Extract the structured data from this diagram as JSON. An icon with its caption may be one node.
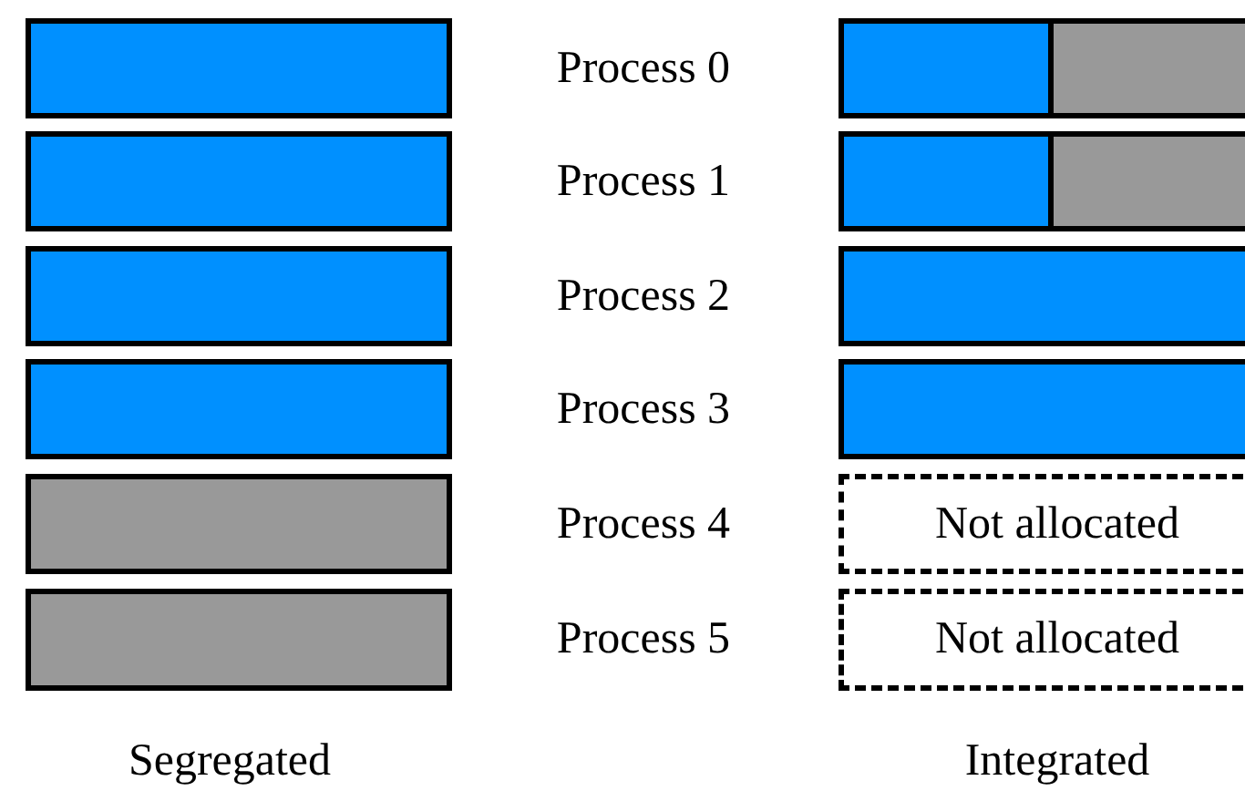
{
  "diagram": {
    "nodes": [
      {
        "text": [],
        "shape": "box"
      },
      {
        "text": [],
        "shape": "box"
      },
      {
        "text": [],
        "shape": "box"
      },
      {
        "text": [],
        "shape": "box"
      },
      {
        "text": [],
        "shape": "box"
      },
      {
        "text": [],
        "shape": "box"
      },
      {
        "text": [],
        "shape": "box"
      },
      {
        "text": [],
        "shape": "box"
      },
      {
        "text": [],
        "shape": "box"
      },
      {
        "text": [],
        "shape": "box"
      },
      {
        "text": [
          "Not allocated"
        ]
      },
      {
        "text": [
          "Not allocated"
        ]
      }
    ],
    "labels": [
      "Process 0",
      "Process 1",
      "Process 2",
      "Process 3",
      "Process 4",
      "Process 5",
      "Segregated",
      "Integrated"
    ]
  }
}
